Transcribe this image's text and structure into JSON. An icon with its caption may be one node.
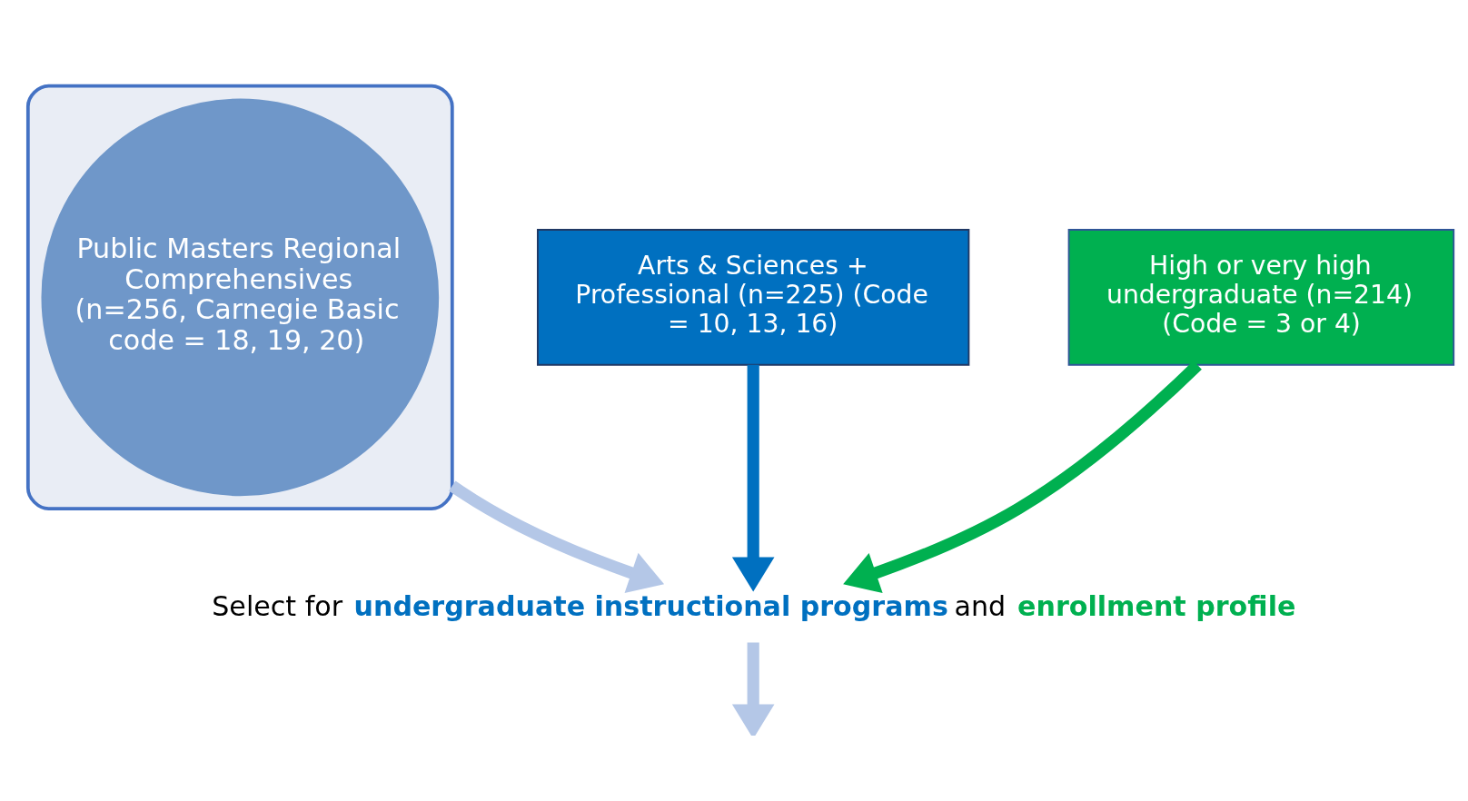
{
  "diagram": {
    "nodes": [
      {
        "text": [],
        "shape": "funnel"
      },
      {
        "text": [
          "Public Masters Regional Comprehensives",
          "(n=256, Carnegie Basic code = 18, 19, 20)"
        ],
        "in": 0
      },
      {
        "text": [
          "Arts & Sciences + Professional (n=225) (Code = 10, 13, 16)"
        ]
      },
      {
        "text": [
          "Select for **undergraduate instructional programs** and **enrollment profile**"
        ]
      },
      {
        "text": [
          "High or very high undergraduate (n=214) (Code = 3 or 4)"
        ]
      }
    ],
    "edges": [
      {
        "from": 0,
        "to": 3,
        "arrow": "to",
        "color": "#b4c7e7"
      },
      {
        "from": 2,
        "to": 3,
        "arrow": "to",
        "color": "#0070c0"
      },
      {
        "from": 4,
        "to": 3,
        "arrow": "to",
        "color": "#00b050"
      },
      {
        "from": 3,
        "to": null,
        "arrow": "to",
        "color": "#b4c7e7"
      }
    ]
  }
}
